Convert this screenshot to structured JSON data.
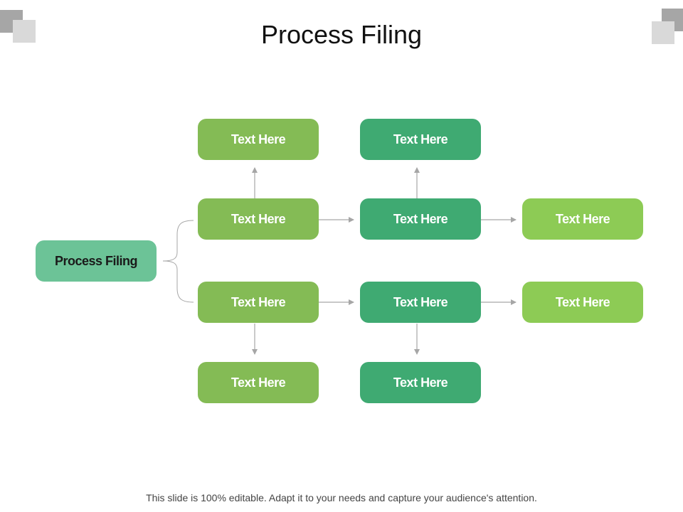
{
  "title": "Process Filing",
  "colors": {
    "root": "#6cc397",
    "col1": "#84bb55",
    "col2": "#3faa72",
    "col3": "#8dcb55",
    "connector": "#a6a6a6",
    "deco_dark": "#a6a6a6",
    "deco_light": "#d9d9d9"
  },
  "root": {
    "label": "Process Filing"
  },
  "nodes": {
    "c1_top": "Text Here",
    "c1_upper": "Text Here",
    "c1_lower": "Text Here",
    "c1_bottom": "Text Here",
    "c2_top": "Text Here",
    "c2_upper": "Text Here",
    "c2_lower": "Text Here",
    "c2_bottom": "Text Here",
    "c3_upper": "Text Here",
    "c3_lower": "Text Here"
  },
  "footer": "This slide is 100% editable. Adapt it to your needs and capture your audience's attention."
}
